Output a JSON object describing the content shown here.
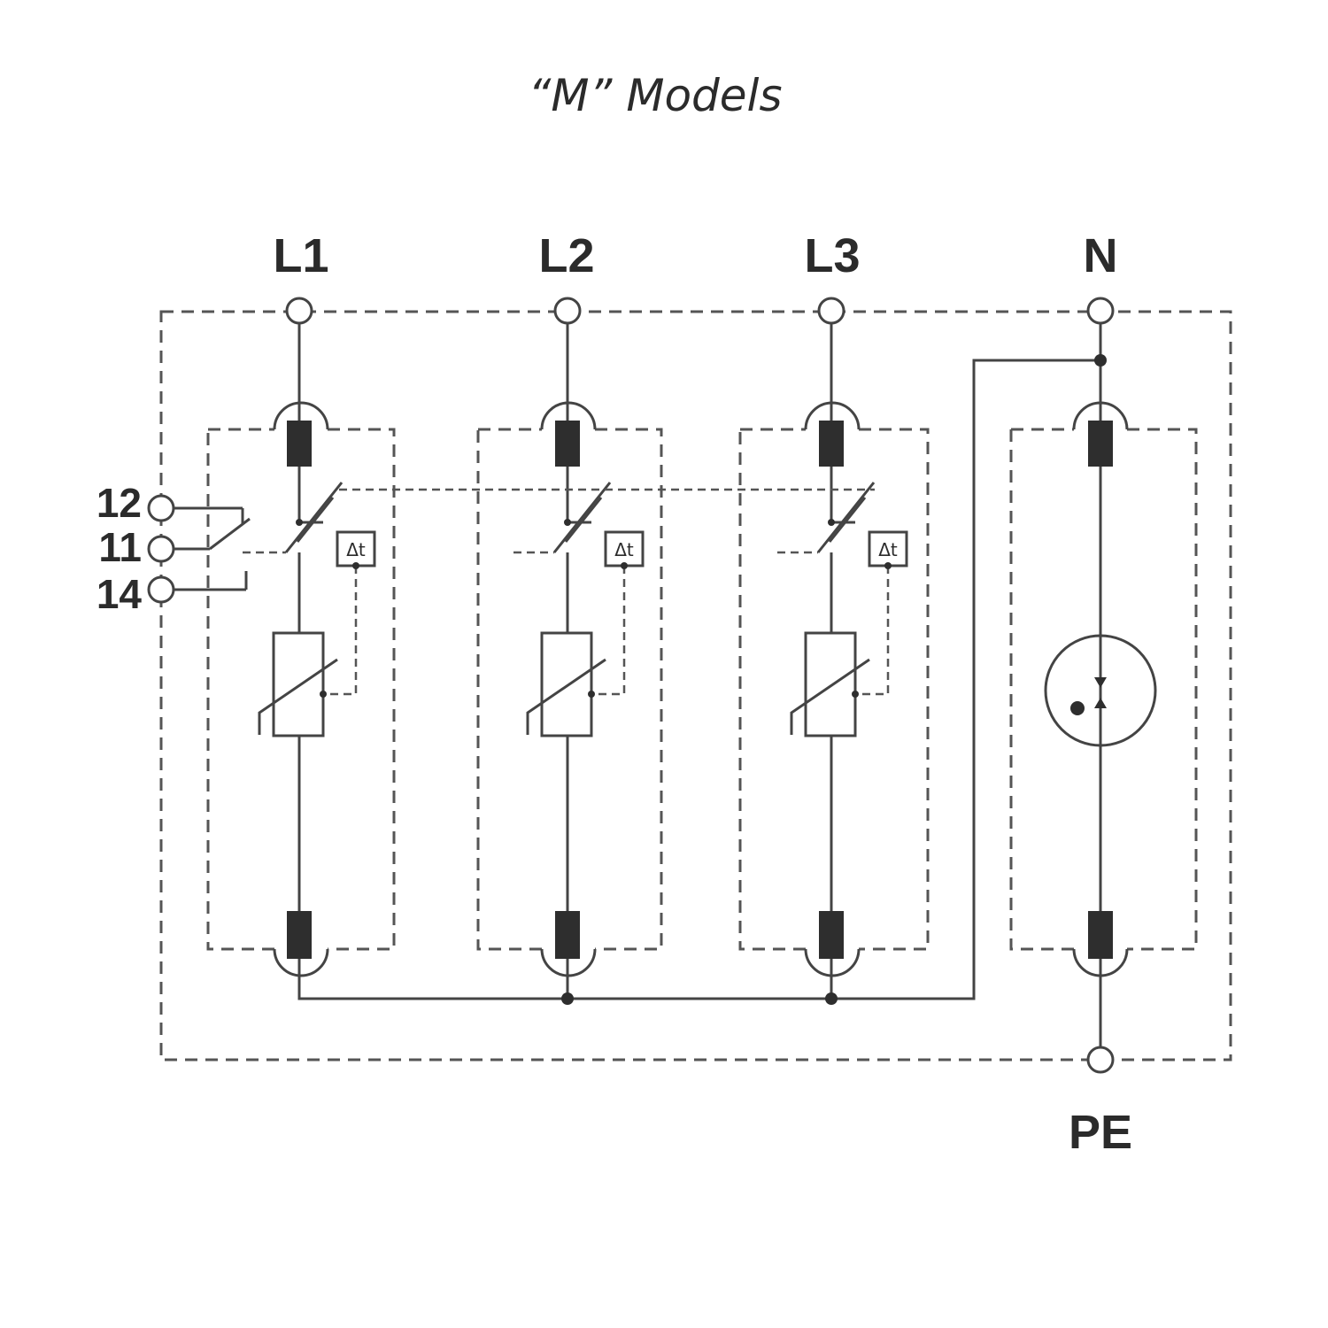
{
  "title": "“M” Models",
  "terminals": {
    "l1": "L1",
    "l2": "L2",
    "l3": "L3",
    "n": "N",
    "pe": "PE"
  },
  "contacts": {
    "c12": "12",
    "c11": "11",
    "c14": "14"
  },
  "thermal_label": "Δt",
  "colors": {
    "line": "#444444",
    "fill": "#2e2e2e",
    "background": "#ffffff"
  }
}
